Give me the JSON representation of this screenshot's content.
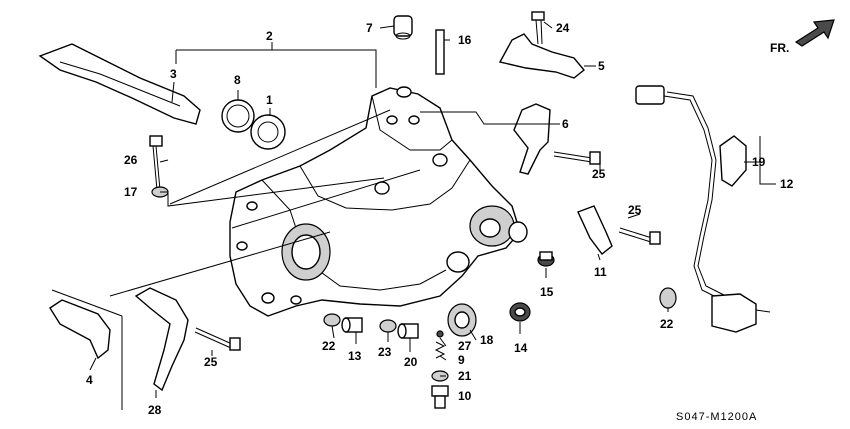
{
  "diagram_code": "S047-M1200A",
  "direction_label": "FR.",
  "callouts": [
    "1",
    "2",
    "3",
    "4",
    "5",
    "6",
    "7",
    "8",
    "9",
    "10",
    "11",
    "12",
    "13",
    "14",
    "15",
    "16",
    "17",
    "18",
    "19",
    "20",
    "21",
    "22",
    "22",
    "22",
    "23",
    "24",
    "25",
    "25",
    "25",
    "25",
    "26",
    "27",
    "28"
  ]
}
